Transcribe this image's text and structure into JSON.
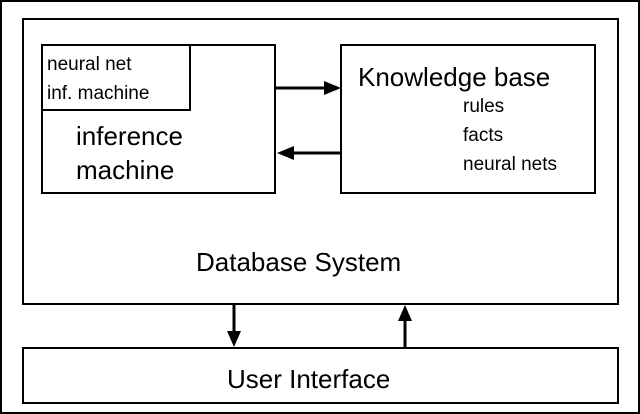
{
  "diagram": {
    "database_system": {
      "label": "Database System"
    },
    "neural_net_box": {
      "lines": [
        "neural net",
        "inf. machine"
      ]
    },
    "inference_machine": {
      "lines": [
        "inference",
        "machine"
      ]
    },
    "knowledge_base": {
      "title": "Knowledge base",
      "items": [
        "rules",
        "facts",
        "neural nets"
      ]
    },
    "user_interface": {
      "label": "User Interface"
    },
    "edges": [
      {
        "from": "inference machine",
        "to": "Knowledge base"
      },
      {
        "from": "Knowledge base",
        "to": "inference machine"
      },
      {
        "from": "Database System",
        "to": "User Interface"
      },
      {
        "from": "User Interface",
        "to": "Database System"
      }
    ]
  }
}
